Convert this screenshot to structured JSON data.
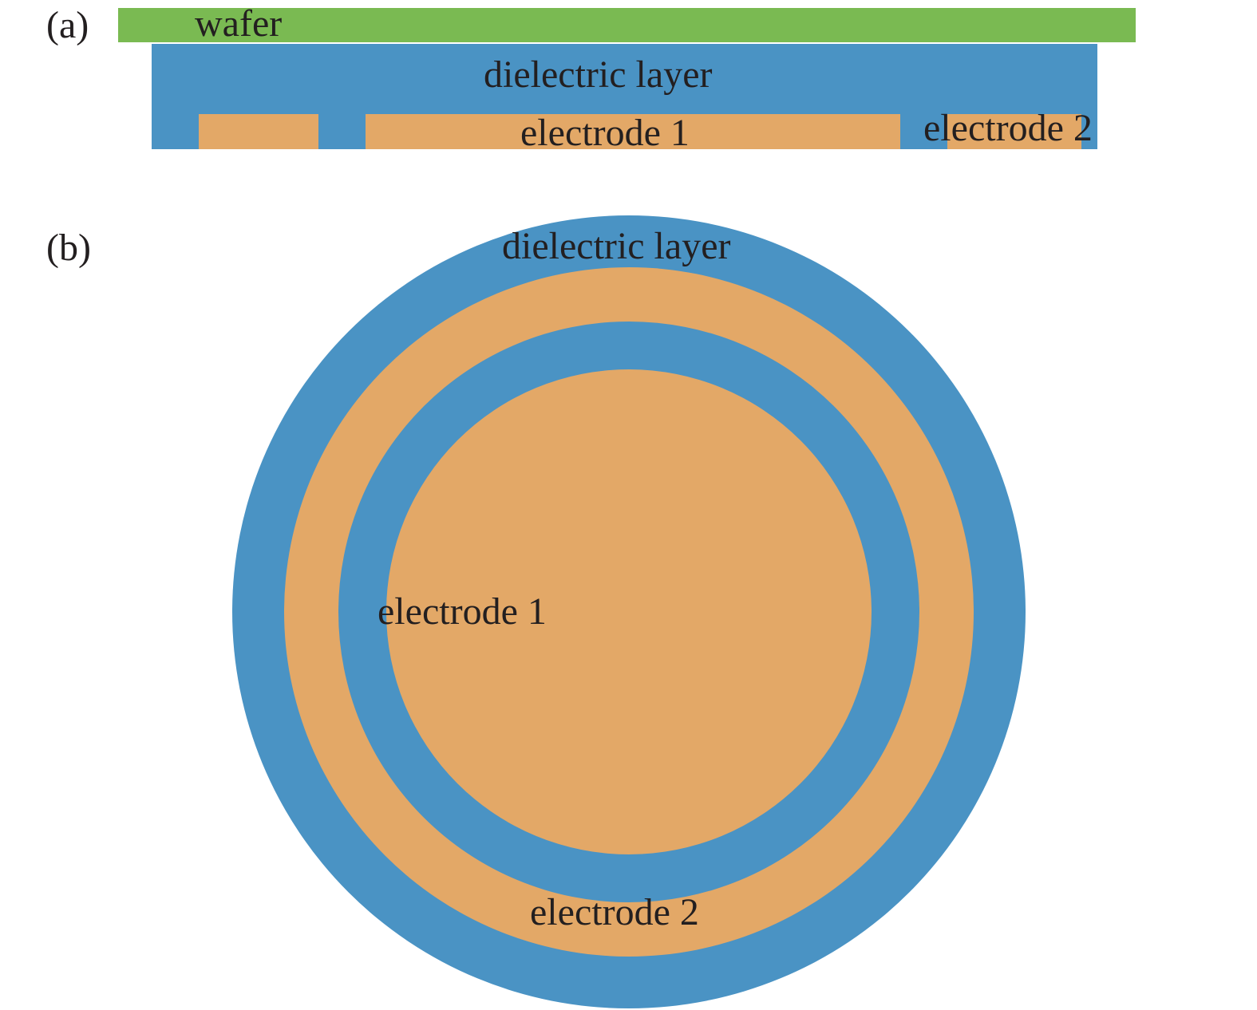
{
  "colors": {
    "wafer": "#7aba52",
    "dielectric": "#4a93c4",
    "electrode": "#e3a867",
    "text": "#231f20",
    "background": "#ffffff"
  },
  "panel_a": {
    "panel_label": "(a)",
    "wafer_label": "wafer",
    "dielectric_label": "dielectric layer",
    "electrode1_label": "electrode 1",
    "electrode2_label": "electrode 2"
  },
  "panel_b": {
    "panel_label": "(b)",
    "dielectric_label": "dielectric layer",
    "electrode1_label": "electrode 1",
    "electrode2_label": "electrode 2"
  }
}
